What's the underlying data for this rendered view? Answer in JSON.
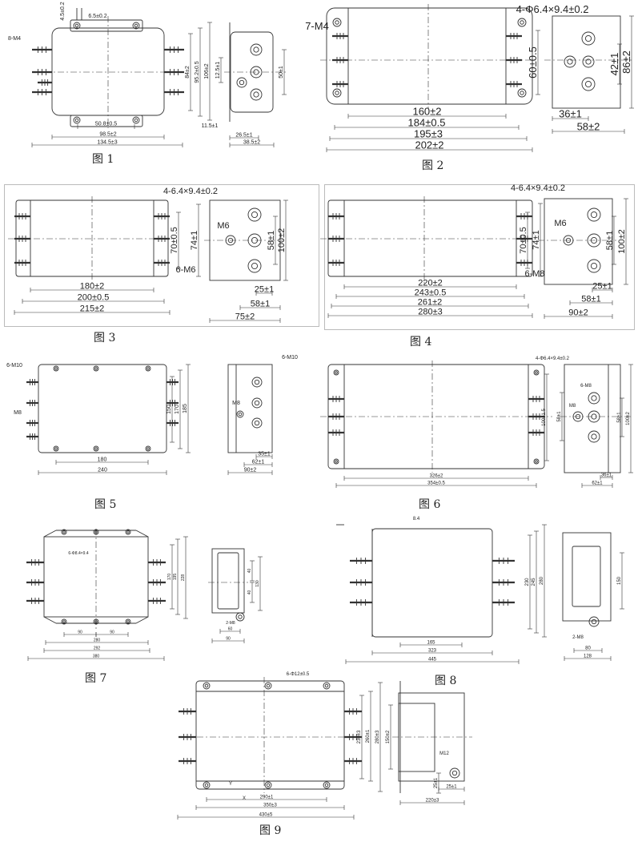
{
  "figures": [
    {
      "caption": "图 1",
      "labels": [
        "8-M4",
        "4.5±0.2",
        "6.5±0.2",
        "50.8±0.5",
        "98.5±2",
        "134.5±3",
        "84±2",
        "95.2±0.5",
        "106±2",
        "12.5±1",
        "50±1",
        "11.5±1",
        "26.5±1",
        "38.5±2"
      ]
    },
    {
      "caption": "图 2",
      "labels": [
        "7-M4",
        "4-Φ6.4×9.4±0.2",
        "60±0.5",
        "160±2",
        "184±0.5",
        "195±3",
        "202±2",
        "42±1",
        "86±2",
        "36±1",
        "58±2"
      ]
    },
    {
      "caption": "图 3",
      "labels": [
        "4-6.4×9.4±0.2",
        "6-M6",
        "M6",
        "70±0.5",
        "74±1",
        "58±1",
        "100±2",
        "180±2",
        "200±0.5",
        "215±2",
        "25±1",
        "58±1",
        "75±2"
      ]
    },
    {
      "caption": "图 4",
      "labels": [
        "4-6.4×9.4±0.2",
        "6-M8",
        "M6",
        "70±0.5",
        "74±1",
        "58±1",
        "100±2",
        "220±2",
        "243±0.5",
        "261±2",
        "280±3",
        "25±1",
        "58±1",
        "90±2"
      ]
    },
    {
      "caption": "图 5",
      "labels": [
        "6-M10",
        "M8",
        "150",
        "170",
        "185",
        "180",
        "240",
        "6-M10",
        "M8",
        "35±1",
        "62±1",
        "90±2"
      ]
    },
    {
      "caption": "图 6",
      "labels": [
        "4-Φ6.4×9.4±0.2",
        "6-M8",
        "M8",
        "326±2",
        "354±0.5",
        "100±1.5",
        "58±1",
        "100±2",
        "36±1",
        "62±1"
      ]
    },
    {
      "caption": "图 7",
      "labels": [
        "6-Φ8.4×9.4",
        "170",
        "195",
        "228",
        "90",
        "90",
        "280",
        "292",
        "380",
        "40",
        "40",
        "130",
        "2-M8",
        "60",
        "90"
      ]
    },
    {
      "caption": "图 8",
      "labels": [
        "8.4",
        "230",
        "245",
        "280",
        "165",
        "323",
        "445",
        "150",
        "2-M8",
        "80",
        "128"
      ]
    },
    {
      "caption": "图 9",
      "labels": [
        "6-Φ12±0.5",
        "230±3",
        "260±1",
        "280±3",
        "290±1",
        "350±3",
        "430±5",
        "150±2",
        "M12",
        "25±1",
        "25±1",
        "220±3",
        "Y",
        "X"
      ]
    }
  ]
}
